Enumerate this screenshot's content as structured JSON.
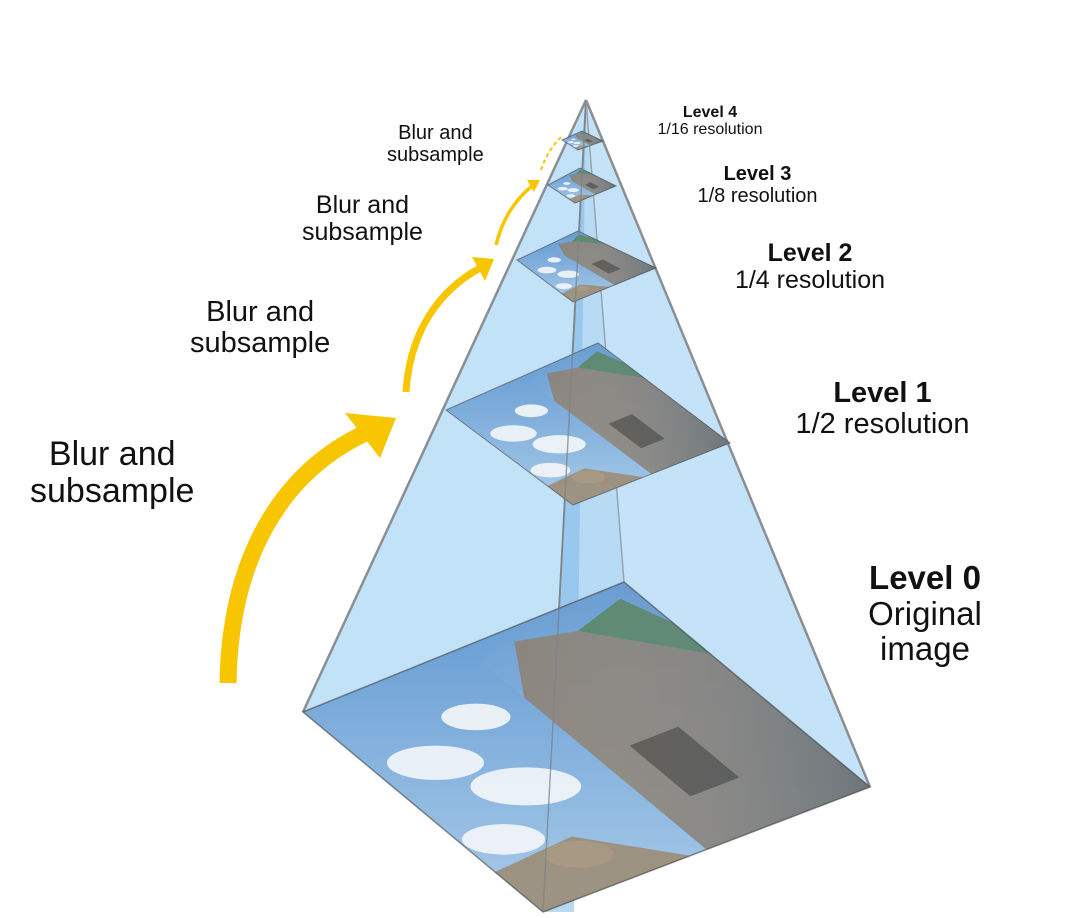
{
  "levels": [
    {
      "name": "Level 0",
      "line1": "Original",
      "line2": "image"
    },
    {
      "name": "Level 1",
      "line1": "1/2 resolution"
    },
    {
      "name": "Level 2",
      "line1": "1/4 resolution"
    },
    {
      "name": "Level 3",
      "line1": "1/8 resolution"
    },
    {
      "name": "Level 4",
      "line1": "1/16 resolution"
    }
  ],
  "steps": [
    {
      "line1": "Blur and",
      "line2": "subsample"
    },
    {
      "line1": "Blur and",
      "line2": "subsample"
    },
    {
      "line1": "Blur and",
      "line2": "subsample"
    },
    {
      "line1": "Blur and",
      "line2": "subsample"
    }
  ],
  "colors": {
    "pyramid_fill": "#bfe0f7",
    "pyramid_edge": "#8a8f94",
    "arrow": "#f7c600",
    "sky": "#6aa3d8",
    "cloud": "#f2f5f8",
    "building": "#8a7a68"
  }
}
